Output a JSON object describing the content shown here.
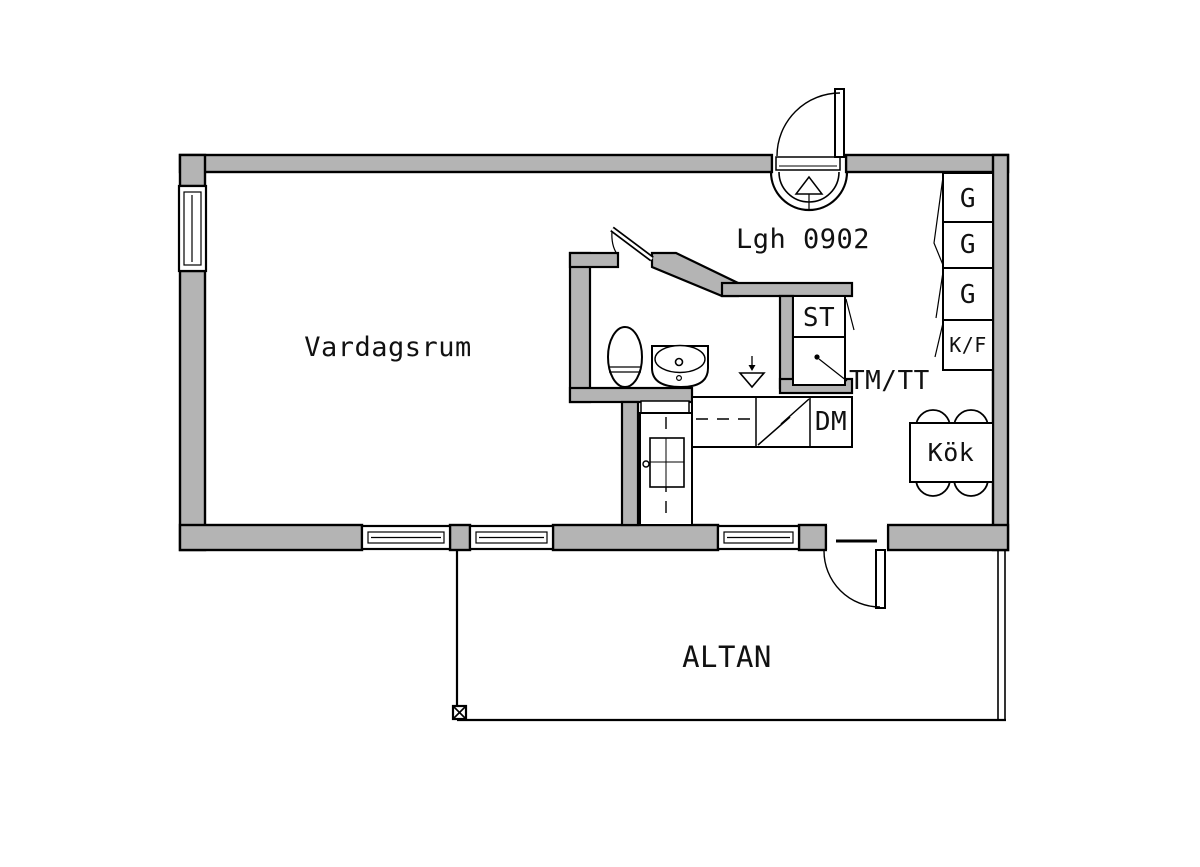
{
  "drawing": {
    "type": "apartment floor plan",
    "apartment_id": "Lgh 0902"
  },
  "colors": {
    "wall_fill": "#b4b4b4",
    "line": "#000000",
    "background": "#ffffff"
  },
  "labels": {
    "apartment_id": "Lgh 0902",
    "living_room": "Vardagsrum",
    "closet": "ST",
    "washer_dryer": "TM/TT",
    "dishwasher": "DM",
    "kitchen": "Kök",
    "terrace": "ALTAN",
    "wardrobe_1": "G",
    "wardrobe_2": "G",
    "wardrobe_3": "G",
    "fridge_freezer": "K/F"
  }
}
